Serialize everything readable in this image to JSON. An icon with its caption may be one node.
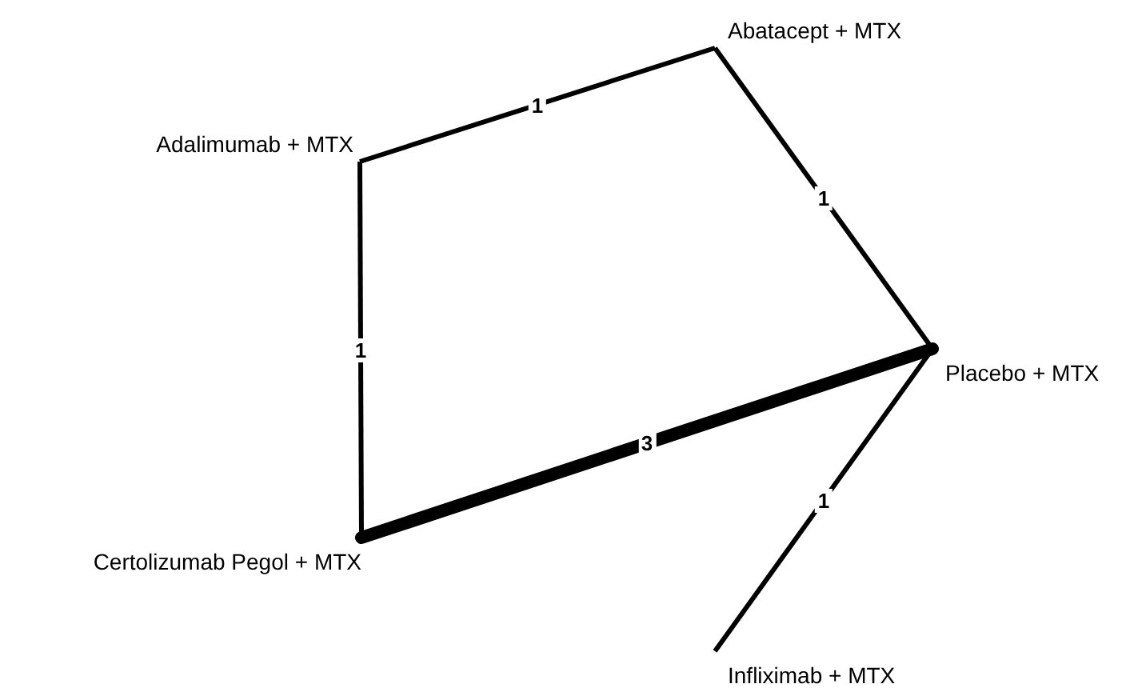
{
  "diagram": {
    "nodes": [
      {
        "text": [
          "Abatacept + MTX"
        ]
      },
      {
        "text": [
          "Adalimumab + MTX"
        ]
      },
      {
        "text": [
          "Placebo + MTX"
        ]
      },
      {
        "text": [
          "Certolizumab Pegol + MTX"
        ]
      },
      {
        "text": [
          "Infliximab + MTX"
        ]
      }
    ],
    "edges": [
      {
        "from": 1,
        "to": 0,
        "arrow": "none",
        "label": "1"
      },
      {
        "from": 0,
        "to": 2,
        "arrow": "none",
        "label": "1"
      },
      {
        "from": 1,
        "to": 3,
        "arrow": "none",
        "label": "1"
      },
      {
        "from": 3,
        "to": 2,
        "arrow": "none",
        "label": "3",
        "style": "thick"
      },
      {
        "from": 2,
        "to": 4,
        "arrow": "none",
        "label": "1"
      }
    ]
  }
}
